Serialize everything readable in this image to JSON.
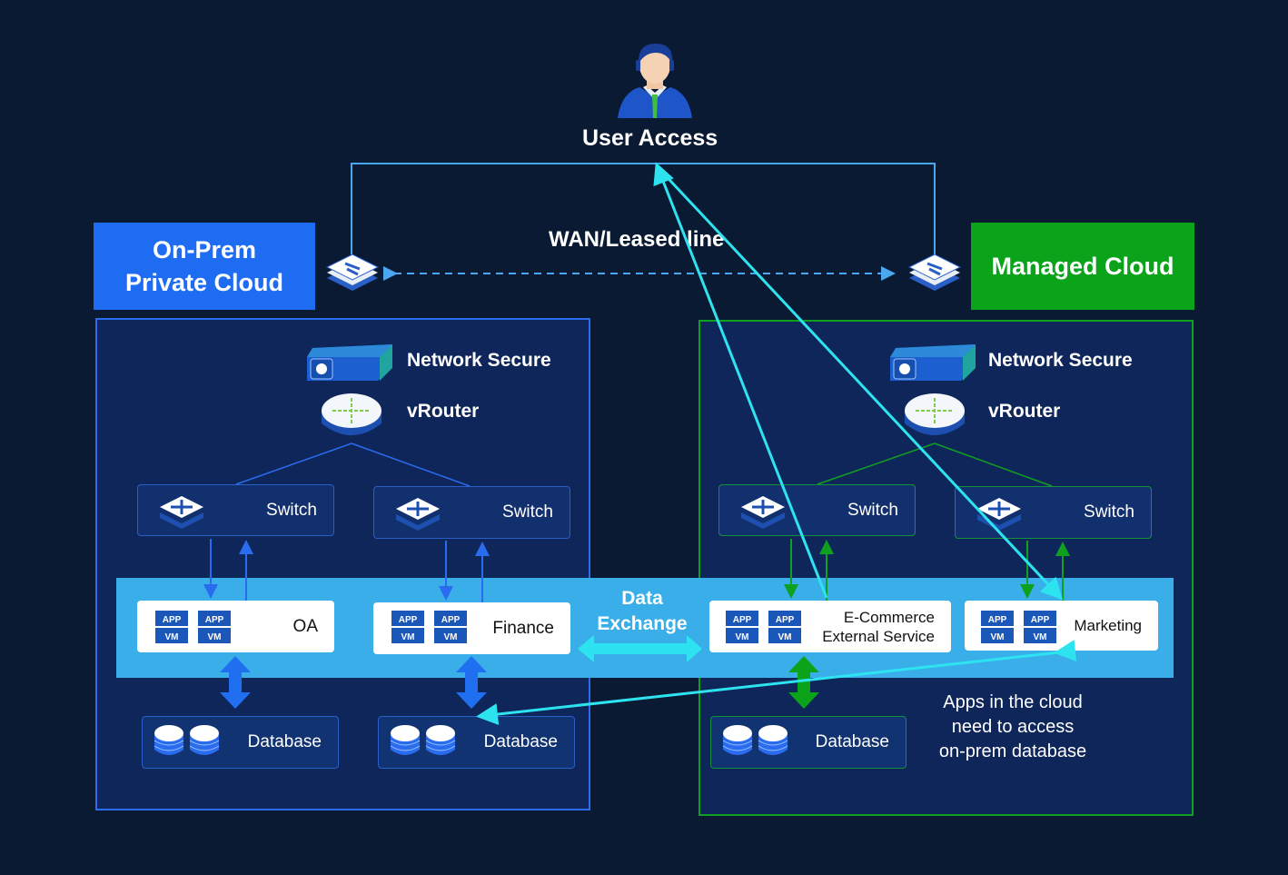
{
  "user": {
    "label": "User Access",
    "icon": "user-icon"
  },
  "wan": {
    "label": "WAN/Leased line"
  },
  "onprem": {
    "title": "On-Prem Private Cloud",
    "title_line1": "On-Prem",
    "title_line2": "Private Cloud",
    "color": "#1e6cf2"
  },
  "managed": {
    "title": "Managed Cloud",
    "color": "#0aa31a"
  },
  "common": {
    "network_secure": "Network Secure",
    "vrouter": "vRouter",
    "switch": "Switch",
    "database": "Database",
    "app": "APP",
    "vm": "VM"
  },
  "apps": {
    "oa": "OA",
    "finance": "Finance",
    "ecommerce_line1": "E-Commerce",
    "ecommerce_line2": "External Service",
    "marketing": "Marketing"
  },
  "exchange": {
    "line1": "Data",
    "line2": "Exchange"
  },
  "caption": {
    "line1": "Apps in the cloud",
    "line2": "need to access",
    "line3": "on-prem database"
  },
  "colors": {
    "background": "#0b1a33",
    "band": "#3aaee8",
    "cyan_flow": "#2ee3f0",
    "onprem_link": "#2a6cf0",
    "managed_link": "#10a020"
  }
}
